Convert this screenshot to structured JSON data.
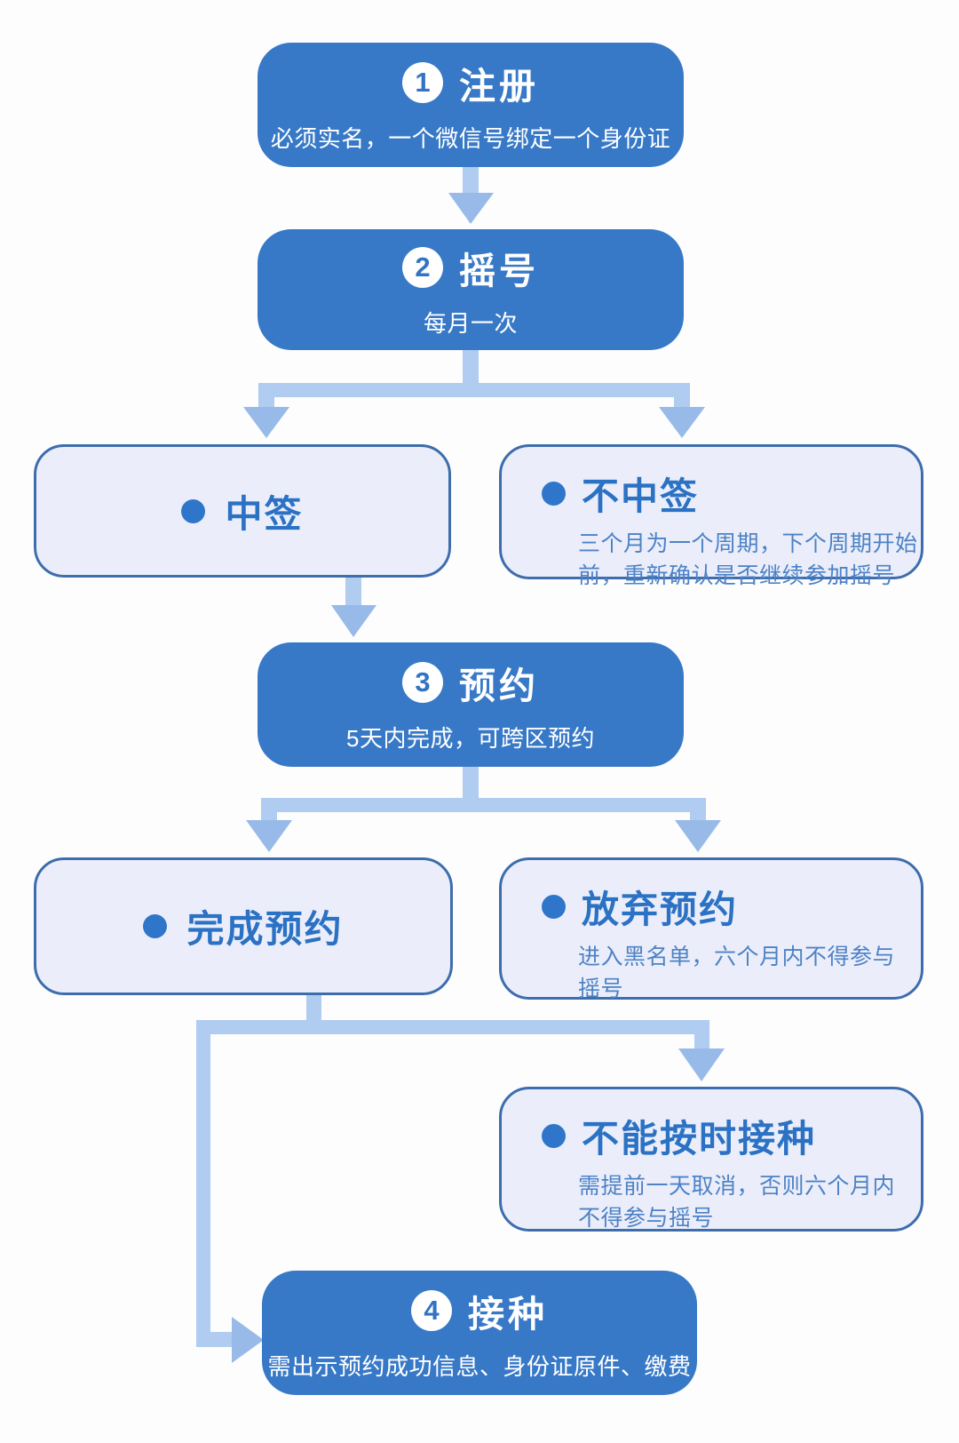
{
  "colors": {
    "node_blue": "#3879c7",
    "node_blue_text": "#ffffff",
    "node_light_bg": "#ebeefa",
    "node_light_border": "#3d6dac",
    "title_text_blue": "#2b71c4",
    "desc_text_blue": "#4d82c6",
    "connector_shaft": "#b0ccf0",
    "connector_head": "#97bae8"
  },
  "flow": {
    "register": {
      "badge": "1",
      "title": "注册",
      "subtitle": "必须实名，一个微信号绑定一个身份证"
    },
    "lottery": {
      "badge": "2",
      "title": "摇号",
      "subtitle": "每月一次"
    },
    "win": {
      "title": "中签"
    },
    "lose": {
      "title": "不中签",
      "desc_lines": [
        "三个月为一个周期，下个周期开始",
        "前，重新确认是否继续参加摇号"
      ]
    },
    "reserve": {
      "badge": "3",
      "title": "预约",
      "subtitle": "5天内完成，可跨区预约"
    },
    "complete": {
      "title": "完成预约"
    },
    "abandon": {
      "title": "放弃预约",
      "desc_lines": [
        "进入黑名单，六个月内不得参与",
        "摇号"
      ]
    },
    "miss": {
      "title": "不能按时接种",
      "desc_lines": [
        "需提前一天取消，否则六个月内",
        "不得参与摇号"
      ]
    },
    "vaccinate": {
      "badge": "4",
      "title": "接种",
      "subtitle": "需出示预约成功信息、身份证原件、缴费"
    }
  }
}
